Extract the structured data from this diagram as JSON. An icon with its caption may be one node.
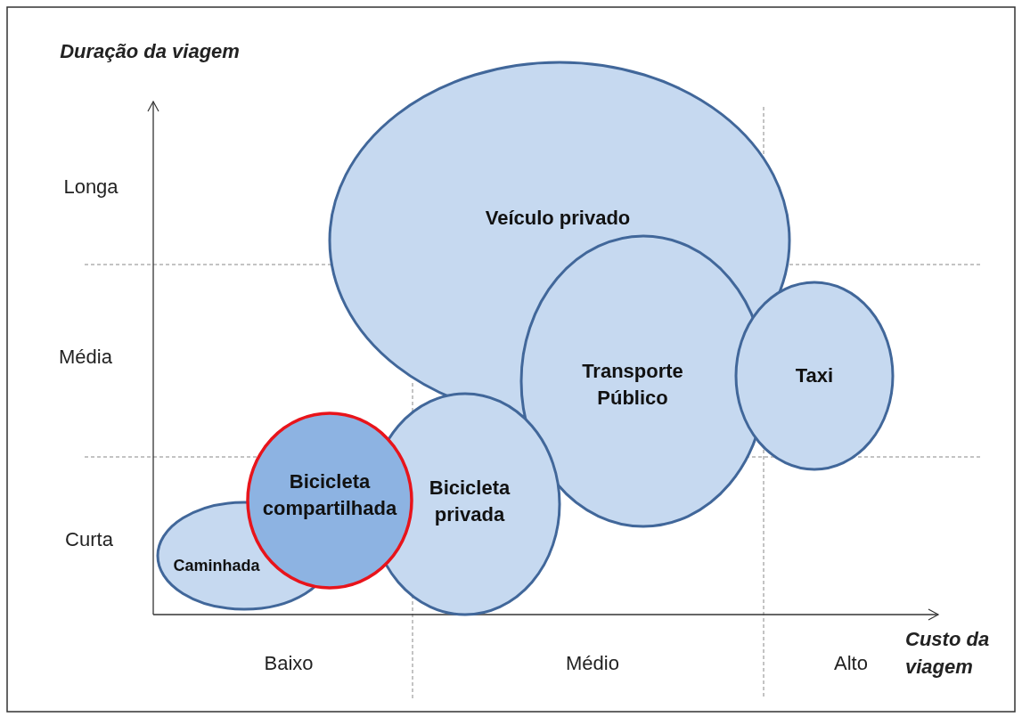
{
  "diagram": {
    "nodes": [
      {
        "text": [
          "Veículo privado"
        ]
      },
      {
        "text": [
          "Transporte Público"
        ]
      },
      {
        "text": [
          "Taxi"
        ]
      },
      {
        "text": [
          "Bicicleta compartilhada"
        ]
      },
      {
        "text": [
          "Bicicleta privada"
        ]
      },
      {
        "text": [
          "Caminhada"
        ]
      }
    ],
    "labels": [
      "Duração da viagem",
      "Longa",
      "Média",
      "Curta",
      "Baixo",
      "Médio",
      "Alto",
      "Custo da viagem"
    ]
  }
}
